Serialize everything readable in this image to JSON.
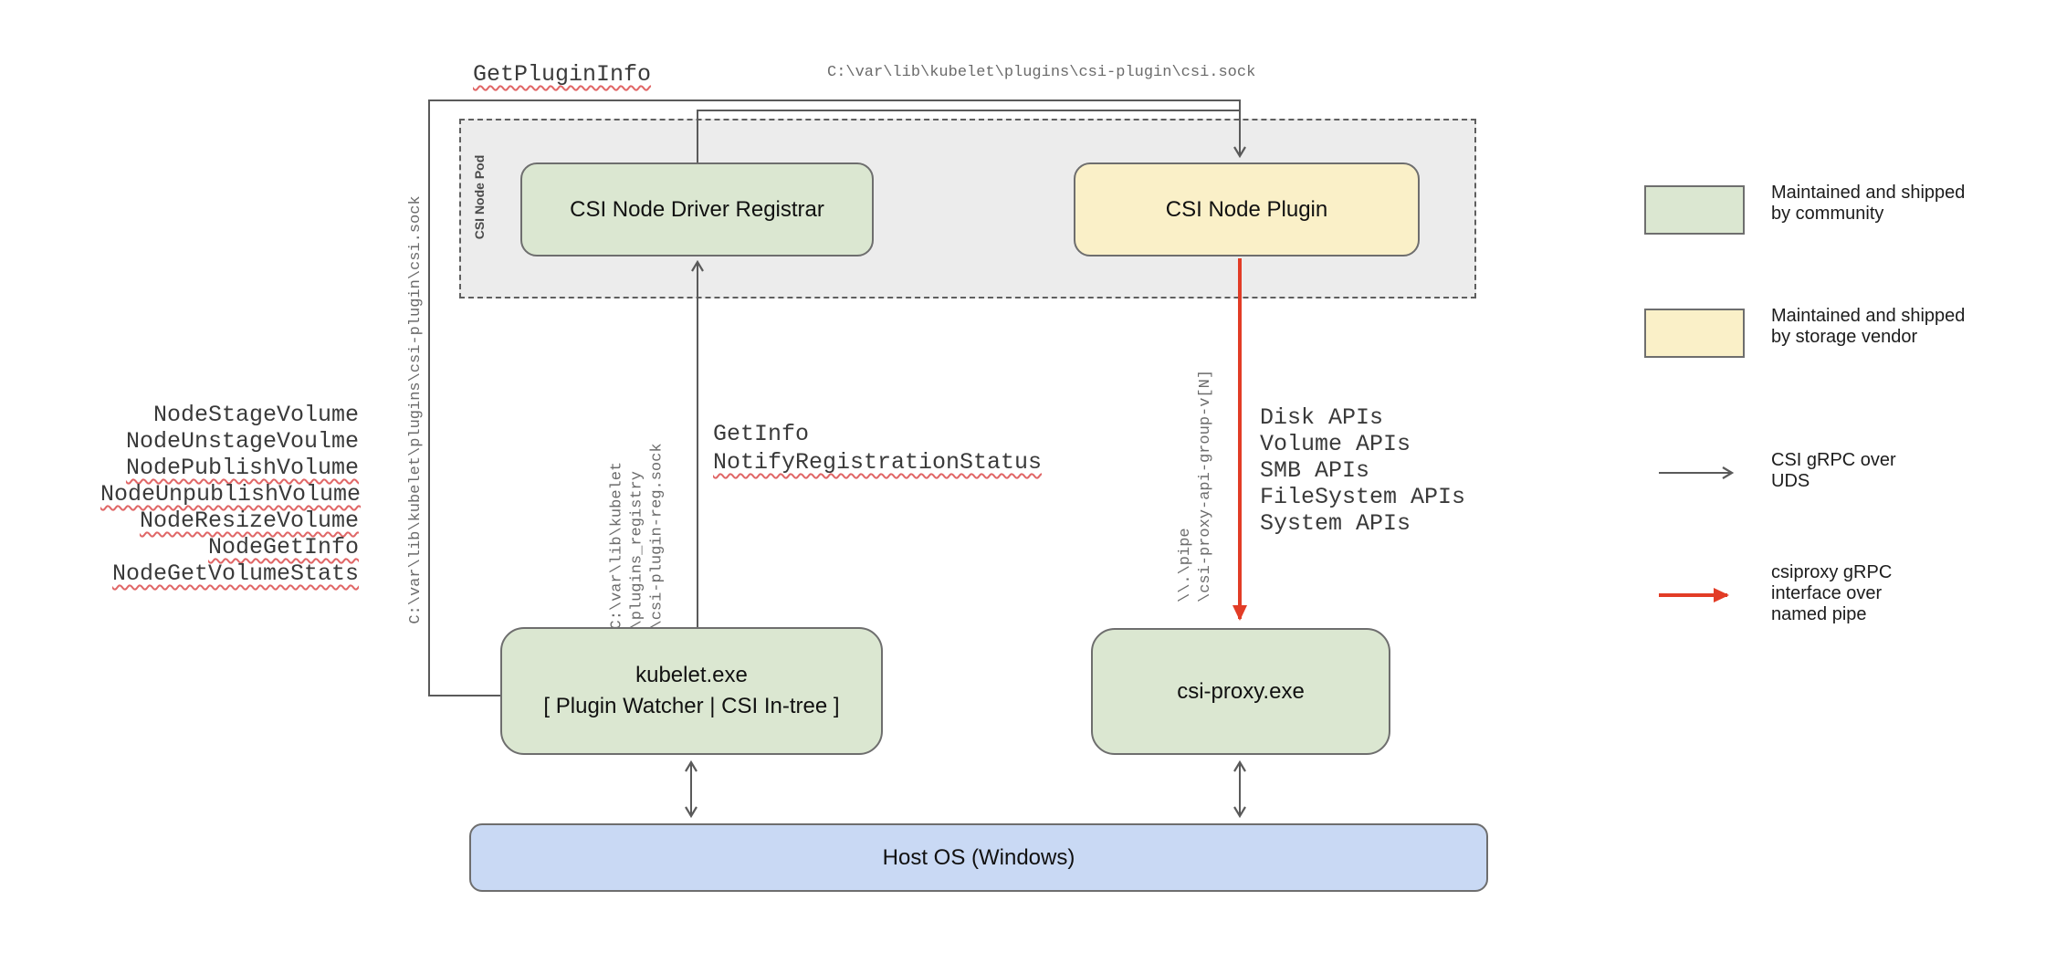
{
  "diagram": {
    "top_labels": {
      "get_plugin_info": "GetPluginInfo",
      "kubelet_plugin_socket_path": "C:\\var\\lib\\kubelet\\plugins\\csi-plugin\\csi.sock"
    },
    "left_socket_path": "C:\\var\\lib\\kubelet\\plugins\\csi-plugin\\csi.sock",
    "node_rpc_list": [
      "NodeStageVolume",
      "NodeUnstageVoulme",
      "NodePublishVolume",
      "NodeUnpublishVolume",
      "NodeResizeVolume",
      "NodeGetInfo",
      "NodeGetVolumeStats"
    ],
    "pod": {
      "label": "CSI Node Pod"
    },
    "boxes": {
      "registrar": "CSI Node Driver Registrar",
      "node_plugin": "CSI Node Plugin",
      "kubelet": "kubelet.exe\n[ Plugin Watcher | CSI In-tree ]",
      "csi_proxy": "csi-proxy.exe",
      "host_os": "Host OS (Windows)"
    },
    "registration": {
      "registry_socket_path_lines": [
        "C:\\var\\lib\\kubelet",
        "\\plugins_registry",
        "\\csi-plugin-reg.sock"
      ],
      "get_info": "GetInfo",
      "notify_registration_status": "NotifyRegistrationStatus"
    },
    "proxy_channel": {
      "named_pipe_lines": [
        "\\\\.\\pipe",
        "\\csi-proxy-api-group-v[N]"
      ],
      "api_groups": [
        "Disk APIs",
        "Volume APIs",
        "SMB APIs",
        "FileSystem APIs",
        "System APIs"
      ]
    },
    "legend": {
      "community": "Maintained and shipped\nby community",
      "storage_vendor": "Maintained and shipped\nby storage vendor",
      "uds_arrow": "CSI gRPC over\nUDS",
      "named_pipe_arrow": "csiproxy gRPC\ninterface over\nnamed pipe"
    },
    "colors": {
      "community_green": "#dbe7d1",
      "vendor_yellow": "#faf0c8",
      "host_blue": "#c9d9f4",
      "pod_gray": "#ececec",
      "line_gray": "#5a5a5a",
      "grpc_red": "#e23c26",
      "squiggle_red": "#e06666"
    }
  }
}
